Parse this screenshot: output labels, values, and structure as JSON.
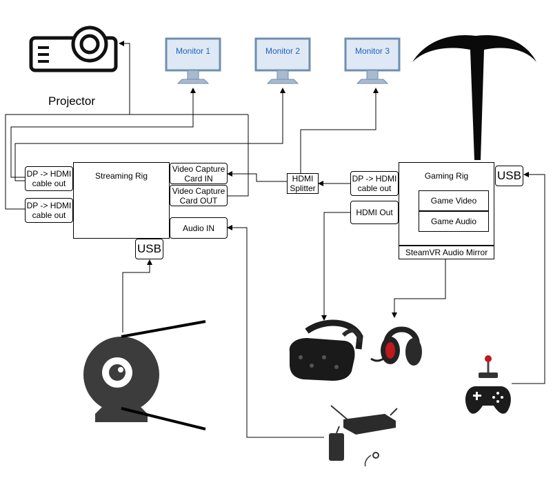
{
  "projector": {
    "label": "Projector"
  },
  "monitors": [
    {
      "label": "Monitor 1"
    },
    {
      "label": "Monitor 2"
    },
    {
      "label": "Monitor 3"
    }
  ],
  "streaming_rig": {
    "title": "Streaming Rig",
    "dp_hdmi_1": "DP -> HDMI cable out",
    "dp_hdmi_2": "DP -> HDMI cable out",
    "capture_in": "Video Capture Card IN",
    "capture_out": "Video Capture Card OUT",
    "audio_in": "Audio IN",
    "usb": "USB"
  },
  "hdmi_splitter": {
    "label": "HDMI Splitter"
  },
  "gaming_rig": {
    "title": "Gaming Rig",
    "dp_hdmi": "DP -> HDMI cable out",
    "hdmi_out": "HDMI Out",
    "game_video": "Game Video",
    "game_audio": "Game Audio",
    "steamvr": "SteamVR Audio Mirror",
    "usb": "USB"
  },
  "colors": {
    "monitor_frame": "#6f8fb0",
    "monitor_screen": "#dfe9f5",
    "monitor_label": "#1f5fbf",
    "headset_red": "#c0181e"
  },
  "icons": [
    "projector-icon",
    "monitor-icon",
    "logo-t-icon",
    "webcam-icon",
    "vr-headset-icon",
    "headphones-icon",
    "wireless-mic-icon",
    "joystick-icon",
    "gamepad-icon"
  ]
}
